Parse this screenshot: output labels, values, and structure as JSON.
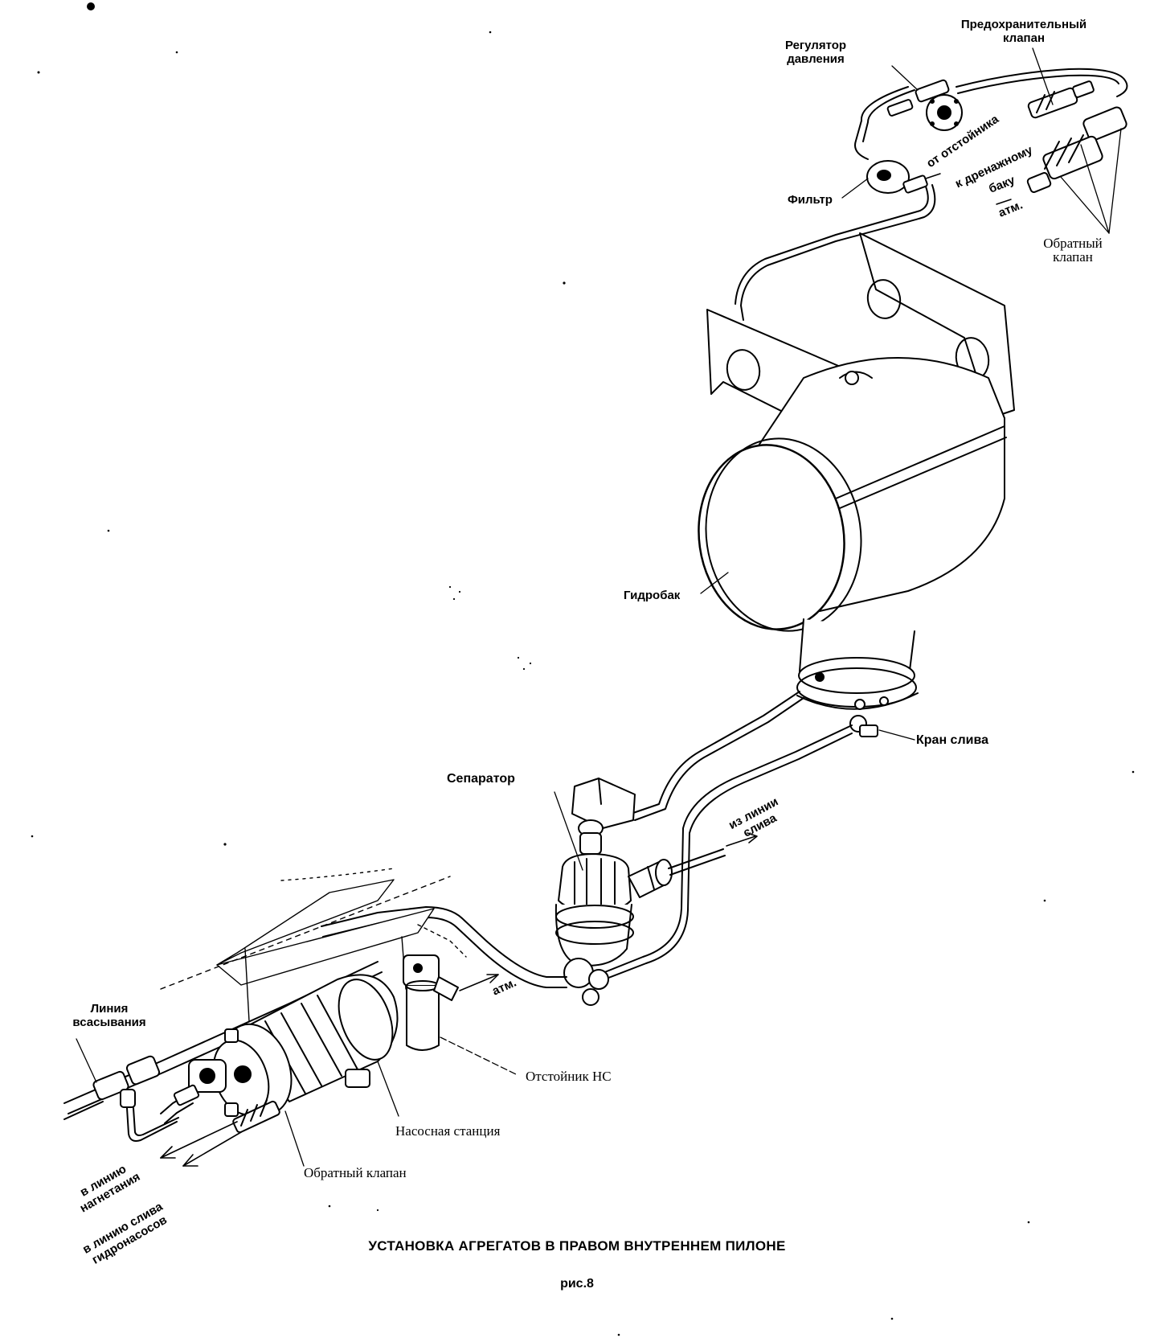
{
  "labels": {
    "pressure_regulator": "Регулятор\nдавления",
    "safety_valve": "Предохранительный\nклапан",
    "filter": "Фильтр",
    "from_sump": "от отстойника",
    "to_drain_tank": "к дренажному",
    "tank": "баку",
    "atm_top": "атм.",
    "check_valve_top": "Обратный\nклапан",
    "hydraulic_tank": "Гидробак",
    "drain_cock": "Кран слива",
    "separator": "Сепаратор",
    "from_drain_line": "из линии\nслива",
    "atm_bottom": "атм.",
    "suction_line": "Линия\nвсасывания",
    "pump_sump": "Отстойник НС",
    "pump_station": "Насосная станция",
    "to_pressure_line": "в линию\nнагнетания",
    "to_pump_drain": "в линию слива\nгидронасосов",
    "check_valve_bottom": "Обратный клапан"
  },
  "caption": "УСТАНОВКА АГРЕГАТОВ В ПРАВОМ ВНУТРЕННЕМ ПИЛОНЕ",
  "figure_number": "рис.8"
}
